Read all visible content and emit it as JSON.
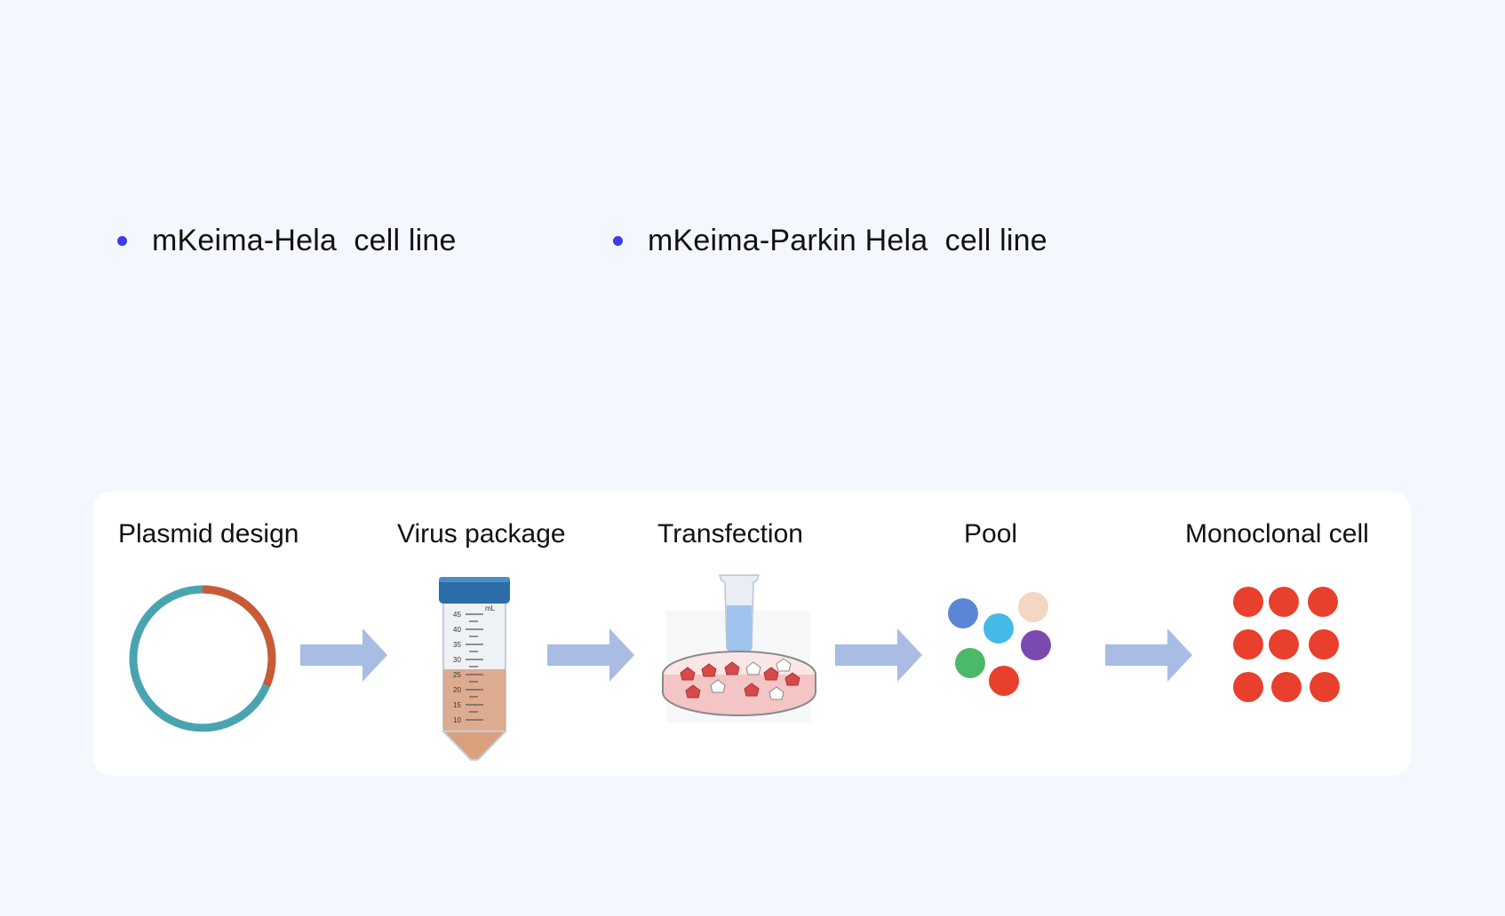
{
  "bullets": [
    {
      "label": "mKeima-Hela  cell line"
    },
    {
      "label": "mKeima-Parkin Hela  cell line"
    }
  ],
  "steps": [
    {
      "label": "Plasmid design"
    },
    {
      "label": "Virus package"
    },
    {
      "label": "Transfection"
    },
    {
      "label": "Pool"
    },
    {
      "label": "Monoclonal cell"
    }
  ],
  "tube_scale": {
    "unit": "mL",
    "ticks": [
      "45",
      "40",
      "35",
      "30",
      "25",
      "20",
      "15",
      "10"
    ]
  },
  "colors": {
    "bullet": "#3b3bf0",
    "arrow": "#a8bce4",
    "plasmid_ring": "#4aa4b0",
    "plasmid_insert": "#c85a35",
    "tube_cap": "#2c6ea8",
    "tube_liquid": "#d9a07e",
    "cell_red": "#e8402c",
    "pool": [
      "#5b86d6",
      "#f3d7c0",
      "#45b9e8",
      "#7b4aaf",
      "#4cb86a",
      "#e8402c"
    ]
  }
}
